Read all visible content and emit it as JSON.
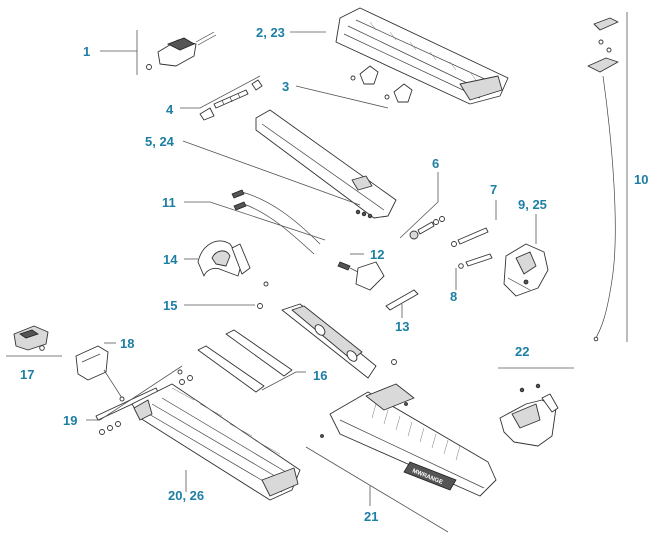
{
  "labels": {
    "p1": "1",
    "p2_23": "2, 23",
    "p3": "3",
    "p4": "4",
    "p5_24": "5, 24",
    "p6": "6",
    "p7": "7",
    "p8": "8",
    "p9_25": "9, 25",
    "p10": "10",
    "p11": "11",
    "p12": "12",
    "p13": "13",
    "p14": "14",
    "p15": "15",
    "p16": "16",
    "p17": "17",
    "p18": "18",
    "p19": "19",
    "p20_26": "20, 26",
    "p21": "21",
    "p22": "22"
  },
  "colors": {
    "label": "#1d7fa3",
    "line": "#333333",
    "background": "#ffffff"
  },
  "brand_plate_text": "MWRANGE"
}
